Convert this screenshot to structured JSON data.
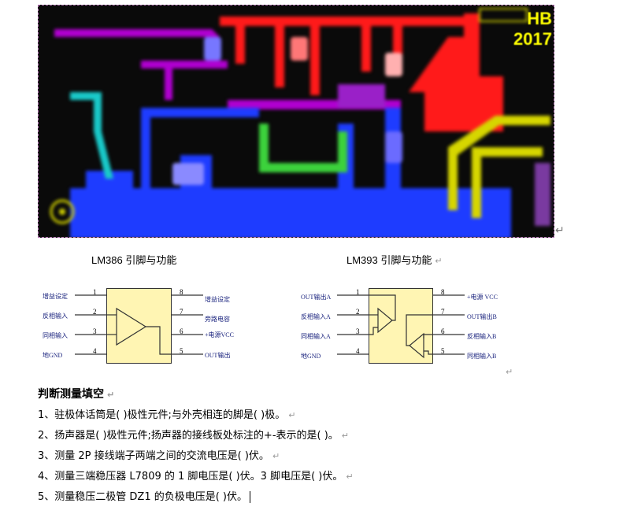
{
  "pcb": {
    "corner_text": "HB\n2017",
    "corner_line1": "HB",
    "corner_line2": "2017"
  },
  "lm386": {
    "title": "LM386 引脚与功能",
    "left_pins": [
      {
        "num": "1",
        "label": "增益设定"
      },
      {
        "num": "2",
        "label": "反相输入"
      },
      {
        "num": "3",
        "label": "同相输入"
      },
      {
        "num": "4",
        "label": "地GND"
      }
    ],
    "right_pins": [
      {
        "num": "8",
        "label": "增益设定"
      },
      {
        "num": "7",
        "label": "旁路电容"
      },
      {
        "num": "6",
        "label": "+电源VCC"
      },
      {
        "num": "5",
        "label": "OUT输出"
      }
    ]
  },
  "lm393": {
    "title": "LM393 引脚与功能",
    "left_pins": [
      {
        "num": "1",
        "label": "OUT输出A"
      },
      {
        "num": "2",
        "label": "反相输入A"
      },
      {
        "num": "3",
        "label": "同相输入A"
      },
      {
        "num": "4",
        "label": "地GND"
      }
    ],
    "right_pins": [
      {
        "num": "8",
        "label": "+电源 VCC"
      },
      {
        "num": "7",
        "label": "OUT输出B"
      },
      {
        "num": "6",
        "label": "反相输入B"
      },
      {
        "num": "5",
        "label": "同相输入B"
      }
    ]
  },
  "questions": {
    "title": "判断测量填空",
    "items": [
      "1、驻极体话筒是(        )极性元件;与外壳相连的脚是(        )极。",
      "2、扬声器是(        )极性元件;扬声器的接线板处标注的+-表示的是(        )。",
      "3、测量 2P 接线端子两端之间的交流电压是(        )伏。",
      "4、测量三端稳压器 L7809 的 1 脚电压是(        )伏。3 脚电压是(        )伏。",
      "5、测量稳压二极管 DZ1 的负极电压是(        )伏。"
    ]
  },
  "marks": {
    "paragraph": "↵",
    "return_arrow": "↵"
  },
  "colors": {
    "pcb_background": "#0a0a0a",
    "trace_red": "#ff1a1a",
    "trace_blue": "#1e3cff",
    "trace_purple": "#b000d0",
    "trace_cyan": "#19c9c9",
    "trace_green": "#3cd23c",
    "trace_yellow": "#d6d600",
    "ic_fill": "#fff5b3"
  }
}
